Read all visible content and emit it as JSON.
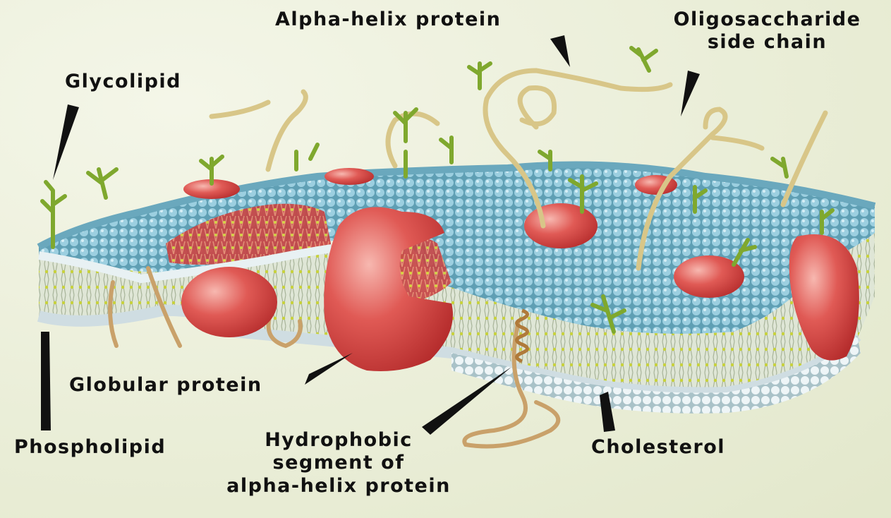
{
  "labels": {
    "alpha_helix_protein": "Alpha-helix protein",
    "oligosaccharide_line1": "Oligosaccharide",
    "oligosaccharide_line2": "side chain",
    "glycolipid": "Glycolipid",
    "globular_protein": "Globular protein",
    "phospholipid": "Phospholipid",
    "hydrophobic_line1": "Hydrophobic",
    "hydrophobic_line2": "segment of",
    "hydrophobic_line3": "alpha-helix protein",
    "cholesterol": "Cholesterol"
  },
  "colors": {
    "background": "#eef0de",
    "head_blue": "#8fc4d6",
    "head_white": "#e8f1f3",
    "protein_red": "#d94a4a",
    "sugar_green": "#8db43a",
    "cholesterol_yellow": "#d9d43a",
    "tail": "#c9a16a"
  }
}
